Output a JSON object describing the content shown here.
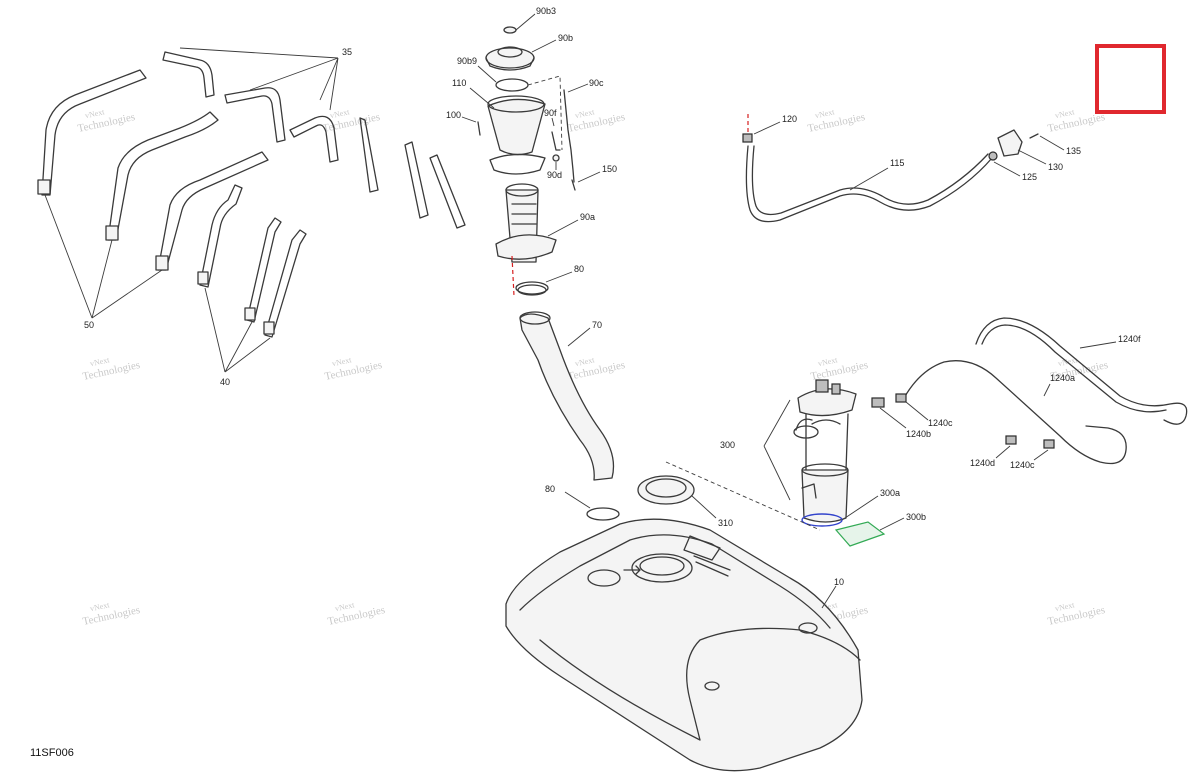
{
  "diagram": {
    "code": "11SF006",
    "watermark": {
      "line1": "vNext",
      "line2": "Technologies",
      "line3": "Technologies"
    },
    "labels": {
      "l35": "35",
      "l50": "50",
      "l40": "40",
      "l90b3": "90b3",
      "l90b": "90b",
      "l90b9": "90b9",
      "l90c": "90c",
      "l110": "110",
      "l100": "100",
      "l90f": "90f",
      "l90d": "90d",
      "l150": "150",
      "l90a": "90a",
      "l80a": "80",
      "l70": "70",
      "l80b": "80",
      "l310": "310",
      "l10": "10",
      "l300": "300",
      "l300a": "300a",
      "l300b": "300b",
      "l120": "120",
      "l115": "115",
      "l135": "135",
      "l130": "130",
      "l125": "125",
      "l1240f": "1240f",
      "l1240a": "1240a",
      "l1240c1": "1240c",
      "l1240b": "1240b",
      "l1240d": "1240d",
      "l1240c2": "1240c"
    },
    "colors": {
      "highlight": "#e0282e",
      "accent_red": "#d62020",
      "accent_blue": "#3344cc",
      "accent_green": "#33aa55"
    }
  }
}
